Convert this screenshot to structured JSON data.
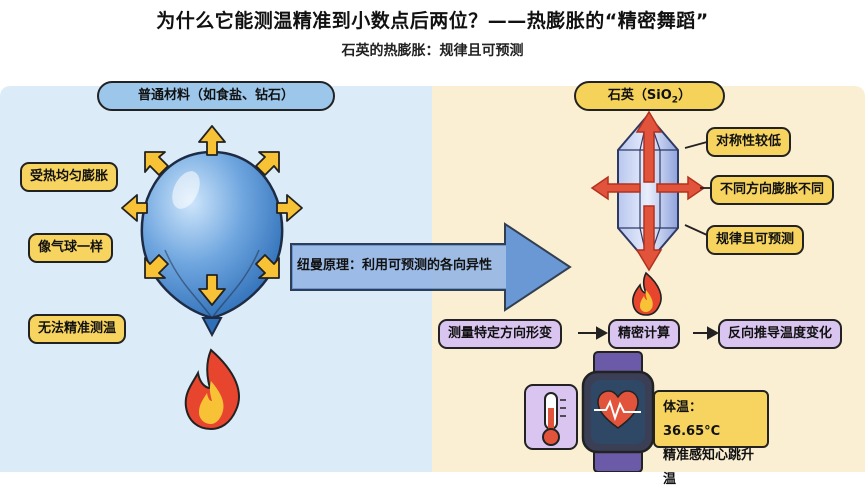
{
  "title": "为什么它能测温精准到小数点后两位？——热膨胀的“精密舞蹈”",
  "subtitle": "石英的热膨胀：规律且可预测",
  "left_panel": {
    "header": "普通材料（如食盐、钻石）",
    "tags": [
      "受热均匀膨胀",
      "像气球一样",
      "无法精准测温"
    ]
  },
  "right_panel": {
    "header_prefix": "石英（SiO",
    "header_sub": "2",
    "header_suffix": "）",
    "tags": [
      "对称性较低",
      "不同方向膨胀不同",
      "规律且可预测"
    ]
  },
  "center_arrow": {
    "label": "纽曼原理：利用可预测的各向异性"
  },
  "process": {
    "steps": [
      "测量特定方向形变",
      "精密计算",
      "反向推导温度变化"
    ]
  },
  "watch_info": {
    "line1": "体温：36.65°C",
    "line2": "精准感知心跳升温"
  },
  "colors": {
    "left_bg": "#dcebf8",
    "right_bg": "#fbefd3",
    "tag_yellow": "#f7d45f",
    "tag_purple": "#d9c5f0",
    "arrow_blue": "#5b8fd6",
    "arrow_red": "#e2533c"
  },
  "icons": [
    "balloon-icon",
    "flame-icon",
    "quartz-crystal-icon",
    "thermometer-icon",
    "smartwatch-icon",
    "heart-pulse-icon"
  ]
}
